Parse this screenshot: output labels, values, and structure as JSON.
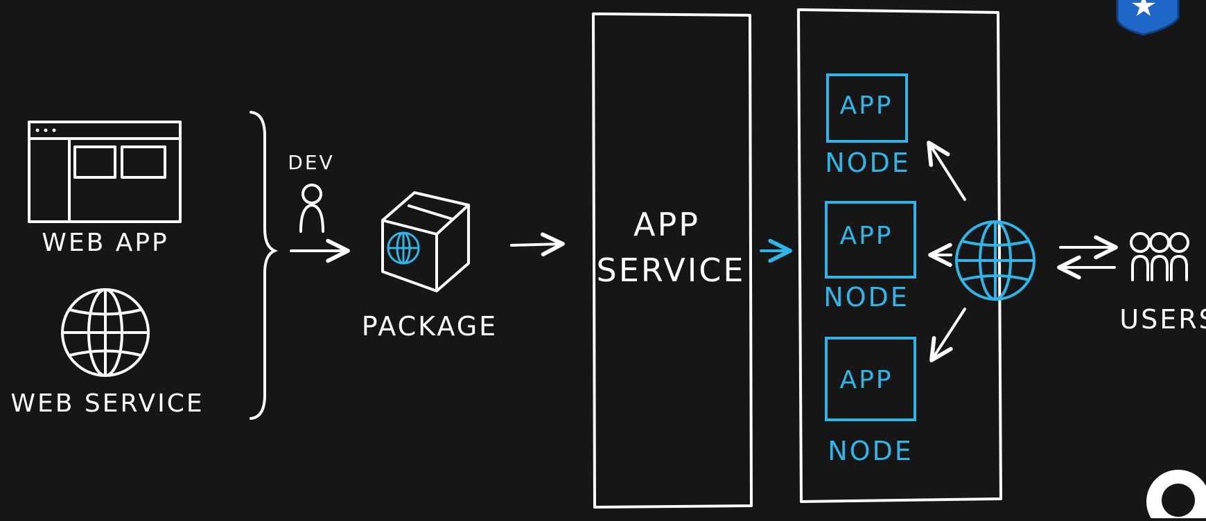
{
  "colors": {
    "background": "#161616",
    "stroke": "#ffffff",
    "accent": "#2fb5e8",
    "badge": "#1e66c8"
  },
  "labels": {
    "web_app": "WEB APP",
    "web_service": "WEB SERVICE",
    "dev": "DEV",
    "package": "PACKAGE",
    "app_service_line1": "APP",
    "app_service_line2": "SERVICE",
    "users": "USERS"
  },
  "nodes": [
    {
      "app_label": "APP",
      "node_label": "NODE"
    },
    {
      "app_label": "APP",
      "node_label": "NODE"
    },
    {
      "app_label": "APP",
      "node_label": "NODE"
    }
  ],
  "icons": {
    "web_app": "browser-window-icon",
    "web_service": "globe-icon",
    "dev": "person-icon",
    "package": "box-icon",
    "load_balancer": "globe-icon",
    "users": "users-group-icon",
    "corner_badge": "star-badge-icon",
    "corner_avatar": "avatar-icon"
  }
}
